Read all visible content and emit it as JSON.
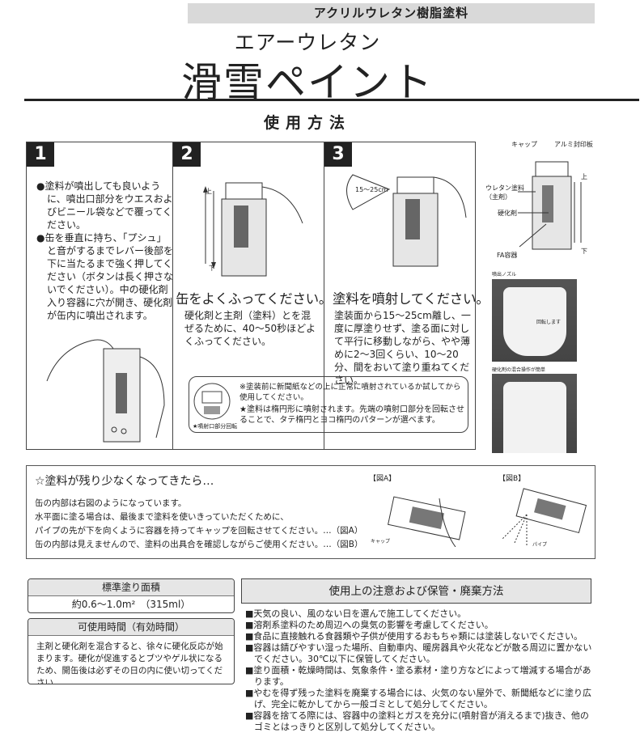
{
  "header": {
    "category": "アクリルウレタン樹脂塗料",
    "subtitle": "エアーウレタン",
    "title": "滑雪ペイント"
  },
  "howto": {
    "title": "使用方法",
    "step1": {
      "number": "1",
      "bullets": [
        "●塗料が噴出しても良いように、噴出口部分をウエスおよびビニール袋などで覆ってください。",
        "●缶を垂直に持ち、「プシュ」と音がするまでレバー後部を下に当たるまで強く押してください（ボタンは長く押さないでください）。中の硬化剤入り容器に穴が開き、硬化剤が缶内に噴出されます。"
      ]
    },
    "step2": {
      "number": "2",
      "heading": "缶をよくふってください。",
      "body": "硬化剤と主剤（塗料）とを混ぜるために、40〜50秒ほどよくふってください。",
      "arrow_up": "上",
      "arrow_down": "下"
    },
    "step3": {
      "number": "3",
      "heading": "塗料を噴射してください。",
      "body": "塗装面から15〜25cm離し、一度に厚塗りせず、塗る面に対して平行に移動しながら、やや薄めに2〜3回くらい、10〜20分、間をおいて塗り重ねてください。",
      "distance": "15〜25cm"
    },
    "note": {
      "line1": "※塗装前に新聞紙などの上に正常に噴射されているか試してから使用してください。",
      "line2": "★塗料は楕円形に噴射されます。先端の噴射口部分を回転させることで、タテ楕円とヨコ楕円のパターンが選べます。",
      "caption": "★噴射口部分回転"
    }
  },
  "diagram": {
    "cap": "キャップ",
    "seal": "アルミ封印板",
    "paint": "ウレタン塗料",
    "paint_sub": "（主剤）",
    "hardener": "硬化剤",
    "container": "FA容器",
    "up": "上",
    "down": "下",
    "photo1_caption": "噴出ノズル",
    "photo1_note": "回転します",
    "photo2_caption": "硬化剤の混合操作が簡単"
  },
  "low_paint": {
    "title": "☆塗料が残り少なくなってきたら…",
    "lines": [
      "缶の内部は右図のようになっています。",
      "水平面に塗る場合は、最後まで塗料を使いきっていただくために、",
      "パイプの先が下を向くように容器を持ってキャップを回転させてください。…（図A）",
      "缶の内部は見えませんので、塗料の出具合を確認しながらご使用ください。…（図B）"
    ],
    "figA": {
      "label": "【図A】",
      "caption": "キャップ"
    },
    "figB": {
      "label": "【図B】",
      "caption": "パイプ"
    }
  },
  "coverage": {
    "title": "標準塗り面積",
    "value": "約0.6〜1.0m²　（315ml）"
  },
  "pot_life": {
    "title": "可使用時間（有効時間）",
    "body": "主剤と硬化剤を混合すると、徐々に硬化反応が始まります。硬化が促進するとブツやゲル状になるため、開缶後は必ずその日の内に使い切ってください。"
  },
  "caution": {
    "title": "使用上の注意および保管・廃棄方法",
    "items": [
      "■天気の良い、風のない日を選んで施工してください。",
      "■溶剤系塗料のため周辺への臭気の影響を考慮してください。",
      "■食品に直接触れる食器類や子供が使用するおもちゃ類には塗装しないでください。",
      "■容器は錆びやすい湿った場所、自動車内、暖房器具や火花などが散る周辺に置かないでください。30℃以下に保管してください。",
      "■塗り面積・乾燥時間は、気象条件・塗る素材・塗り方などによって増減する場合があります。",
      "■やむを得ず残った塗料を廃棄する場合には、火気のない屋外で、新聞紙などに塗り広げ、完全に乾かしてから一般ゴミとして処分してください。",
      "■容器を捨てる際には、容器中の塗料とガスを充分に(噴射音が消えるまで)抜き、他のゴミとはっきりと区別して処分してください。"
    ]
  }
}
